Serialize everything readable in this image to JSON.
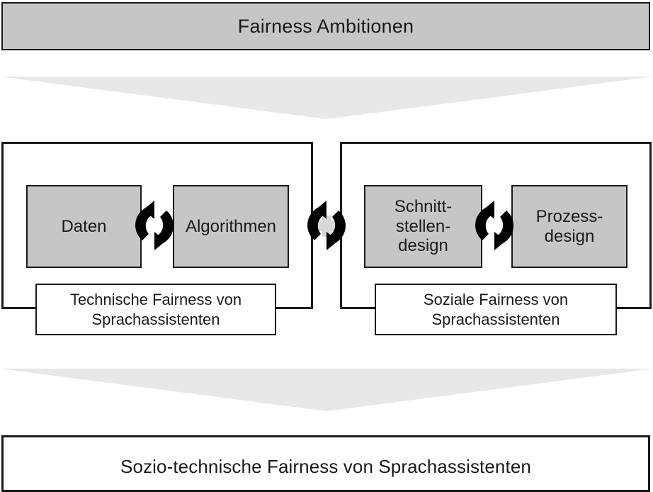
{
  "diagram": {
    "top_banner": {
      "label": "Fairness Ambitionen",
      "fill_color": "#c6c6c6",
      "border_color": "#1a1a1a"
    },
    "arrows": {
      "top": {
        "icon": "down-chevron-arrow",
        "fill_color": "#e8e8e8"
      },
      "bottom": {
        "icon": "down-chevron-arrow",
        "fill_color": "#e8e8e8"
      }
    },
    "pillars": [
      {
        "id": "technical",
        "label": "Technische Fairness von Sprachassistenten",
        "label_line_1": "Technische Fairness von",
        "label_line_2": "Sprachassistenten",
        "components": [
          {
            "id": "daten",
            "label": "Daten",
            "fill_color": "#c6c6c6"
          },
          {
            "id": "algorithmen",
            "label": "Algorithmen",
            "fill_color": "#c6c6c6"
          }
        ],
        "connector": {
          "icon": "cycle-arrows-icon",
          "color": "#000000"
        }
      },
      {
        "id": "social",
        "label": "Soziale Fairness von Sprachassistenten",
        "label_line_1": "Soziale Fairness von",
        "label_line_2": "Sprachassistenten",
        "components": [
          {
            "id": "schnittstellendesign",
            "label": "Schnitt-stellen-design",
            "line_1": "Schnitt-",
            "line_2": "stellen-",
            "line_3": "design",
            "fill_color": "#c6c6c6"
          },
          {
            "id": "prozessdesign",
            "label": "Prozess-design",
            "line_1": "Prozess-",
            "line_2": "design",
            "fill_color": "#c6c6c6"
          }
        ],
        "connector": {
          "icon": "cycle-arrows-icon",
          "color": "#000000"
        }
      }
    ],
    "center_connector": {
      "icon": "cycle-arrows-plus-icon",
      "plus_color": "#d8d8d8",
      "arrow_color": "#000000"
    },
    "result_box": {
      "label": "Sozio-technische Fairness von Sprachassistenten",
      "fill_color": "#ffffff",
      "border_color": "#1a1a1a"
    }
  }
}
